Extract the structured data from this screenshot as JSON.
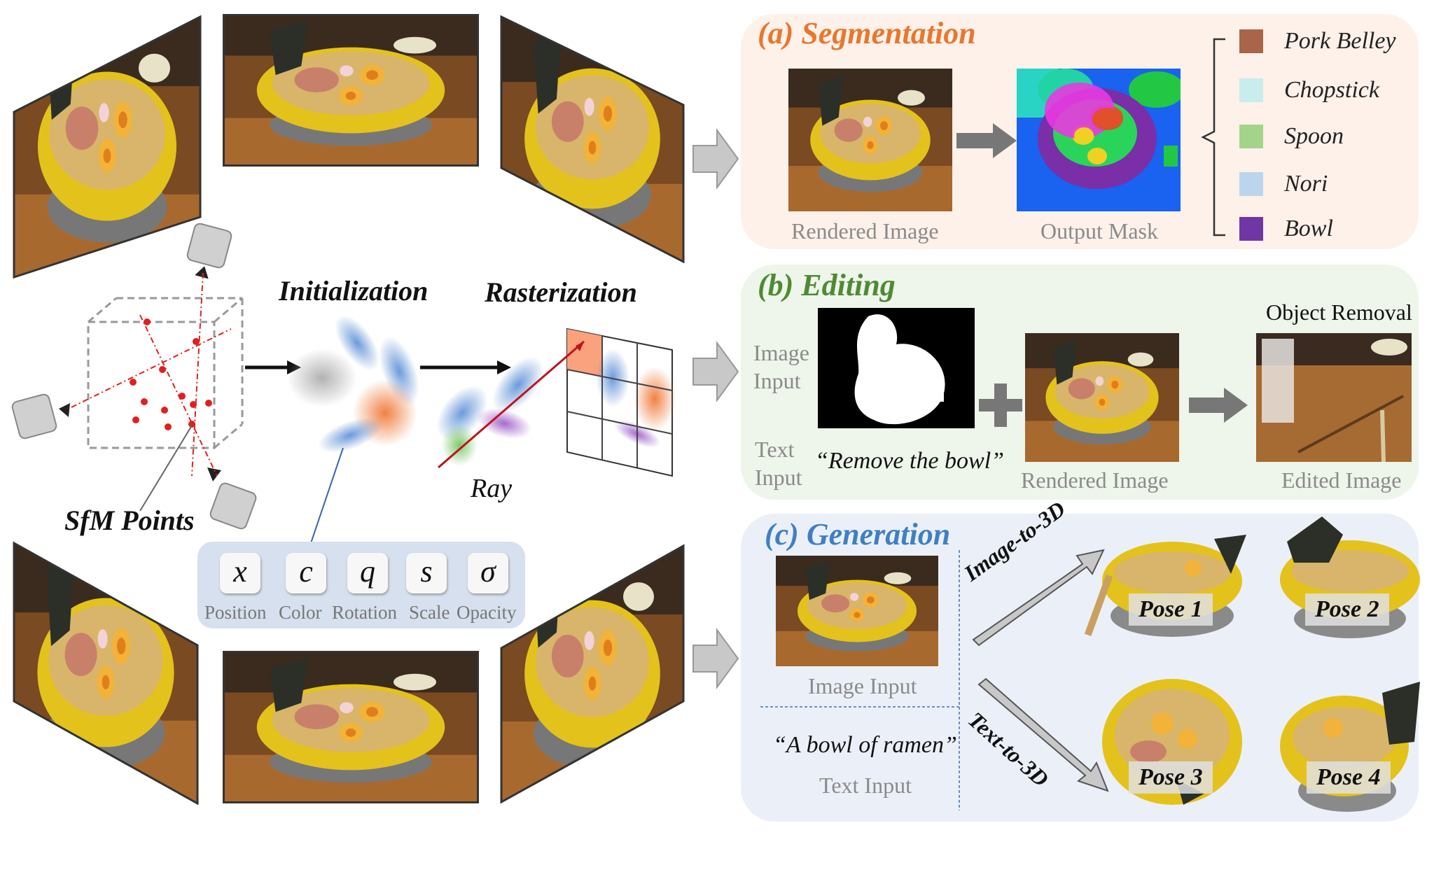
{
  "colors": {
    "segmentation_title": "#e8772e",
    "editing_title": "#4f8a34",
    "generation_title": "#3f7fc4",
    "arrow_gray": "#c8c8c8",
    "ray": "#c0121d",
    "sfm_point": "#e02020"
  },
  "pipeline": {
    "initialization": "Initialization",
    "rasterization": "Rasterization",
    "sfm_points": "SfM Points",
    "ray": "Ray",
    "params": [
      {
        "symbol": "x",
        "label": "Position"
      },
      {
        "symbol": "c",
        "label": "Color"
      },
      {
        "symbol": "q",
        "label": "Rotation"
      },
      {
        "symbol": "s",
        "label": "Scale"
      },
      {
        "symbol": "σ",
        "label": "Opacity"
      }
    ]
  },
  "segmentation": {
    "title": "(a) Segmentation",
    "rendered_image": "Rendered Image",
    "output_mask": "Output Mask",
    "legend": [
      {
        "label": "Pork Belley",
        "color": "#a8654a"
      },
      {
        "label": "Chopstick",
        "color": "#c9ecec"
      },
      {
        "label": "Spoon",
        "color": "#a4d48a"
      },
      {
        "label": "Nori",
        "color": "#bdd5ec"
      },
      {
        "label": "Bowl",
        "color": "#7036a4"
      }
    ]
  },
  "editing": {
    "title": "(b) Editing",
    "image_input_1": "Image",
    "image_input_2": "Input",
    "text_input_1": "Text",
    "text_input_2": "Input",
    "prompt": "“Remove the bowl”",
    "rendered_image": "Rendered Image",
    "object_removal": "Object Removal",
    "edited_image": "Edited Image"
  },
  "generation": {
    "title": "(c) Generation",
    "image_input": "Image Input",
    "text_prompt": "“A bowl of ramen”",
    "text_input": "Text Input",
    "image_to_3d": "Image-to-3D",
    "text_to_3d": "Text-to-3D",
    "poses": [
      "Pose 1",
      "Pose 2",
      "Pose 3",
      "Pose 4"
    ]
  }
}
